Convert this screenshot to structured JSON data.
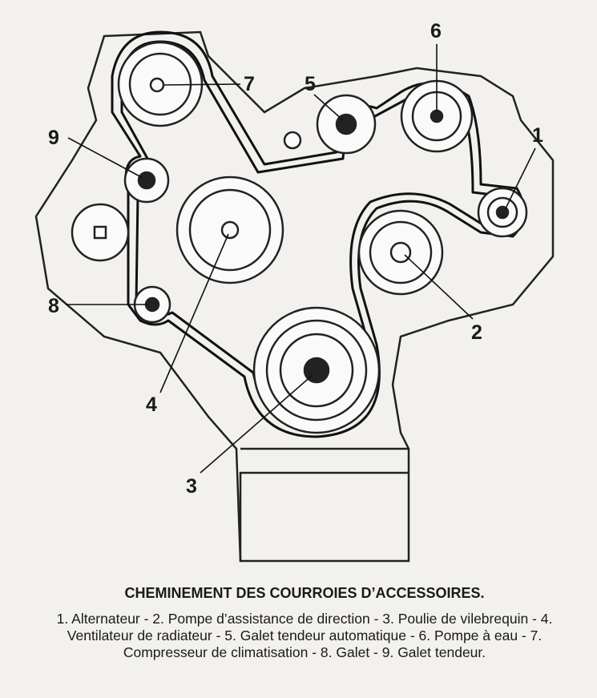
{
  "diagram": {
    "callouts": {
      "c1": "1",
      "c2": "2",
      "c3": "3",
      "c4": "4",
      "c5": "5",
      "c6": "6",
      "c7": "7",
      "c8": "8",
      "c9": "9"
    }
  },
  "caption": {
    "title": "CHEMINEMENT DES COURROIES D’ACCESSOIRES.",
    "text": "1. Alternateur - 2. Pompe d’assistance de direction - 3. Poulie de vilebrequin - 4. Ventilateur de radiateur - 5. Galet tendeur automatique - 6. Pompe à eau - 7. Compresseur de climatisation - 8. Galet - 9. Galet tendeur."
  }
}
